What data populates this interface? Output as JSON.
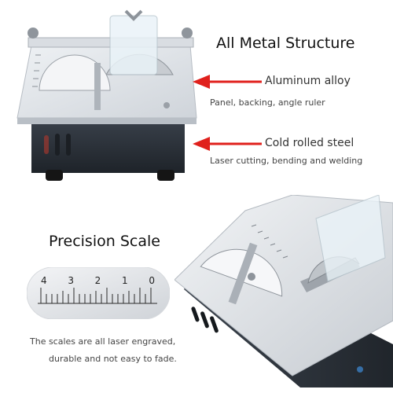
{
  "top_section": {
    "heading": "All Metal Structure",
    "callouts": [
      {
        "label": "Aluminum alloy",
        "detail": "Panel, backing, angle ruler"
      },
      {
        "label": "Cold rolled steel",
        "detail": "Laser cutting, bending and welding"
      }
    ]
  },
  "bottom_section": {
    "heading": "Precision Scale",
    "ruler_numbers": [
      "4",
      "3",
      "2",
      "1",
      "0"
    ],
    "caption_line1": "The scales are all laser engraved,",
    "caption_line2": "durable and not easy to fade."
  },
  "colors": {
    "arrow_red": "#e0201c",
    "machine_body": "#2c323b",
    "aluminum_panel": "#dfe3e8"
  }
}
